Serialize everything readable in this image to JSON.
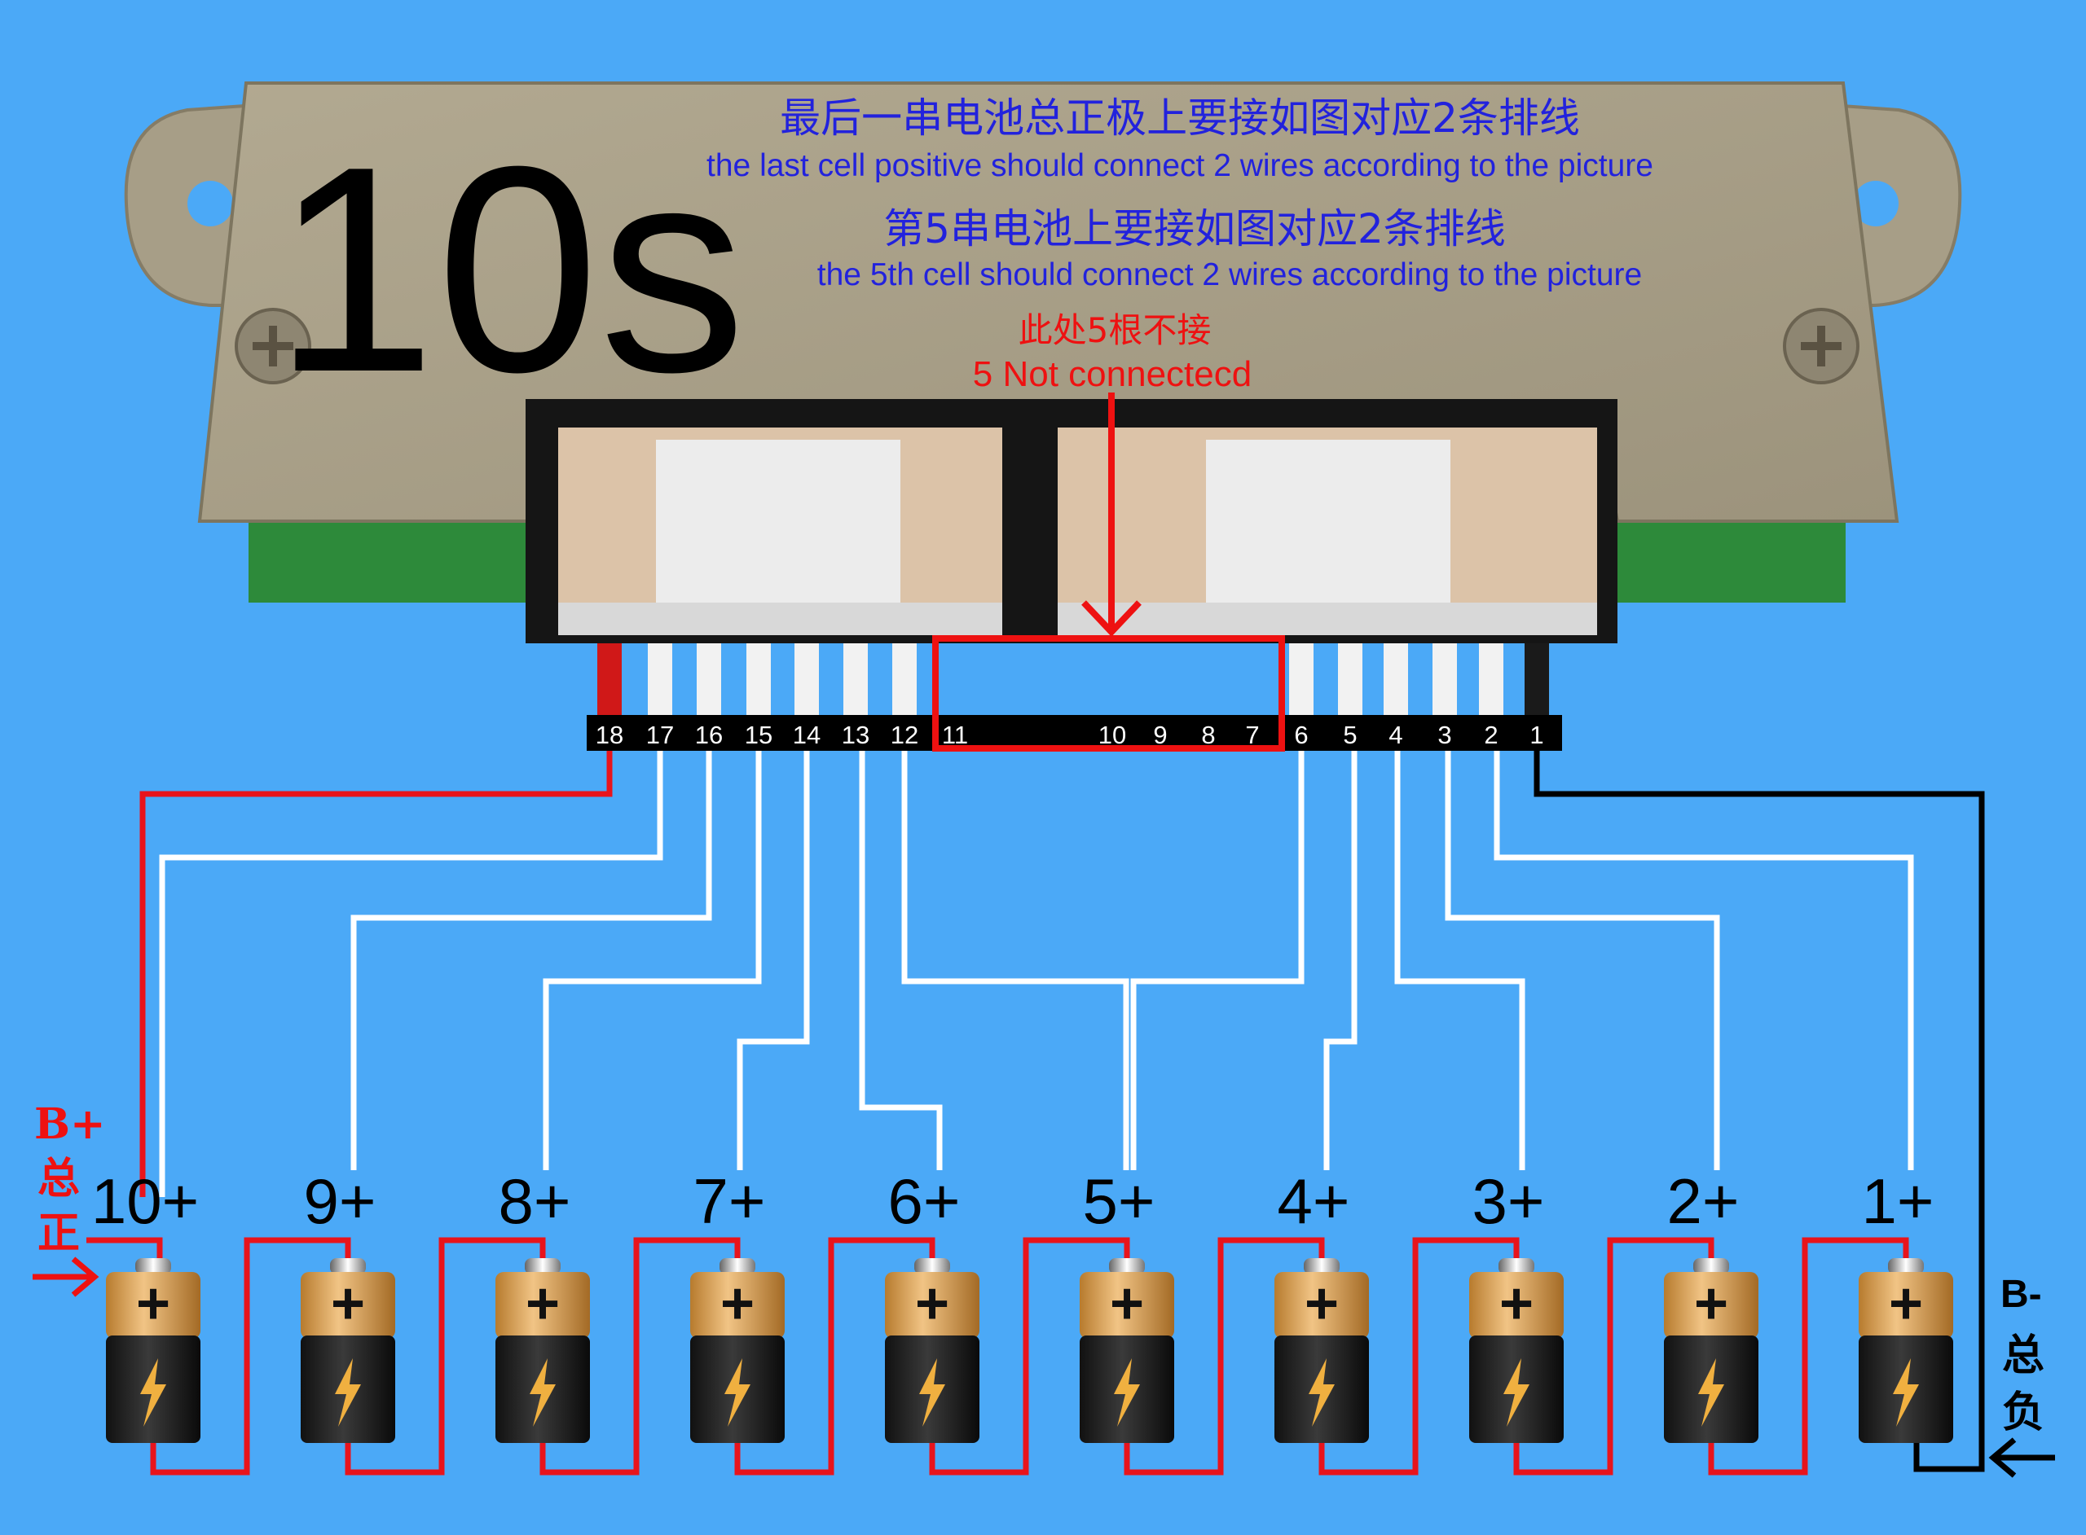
{
  "title": "10s",
  "notes": {
    "line1_cn": "最后一串电池总正极上要接如图对应2条排线",
    "line1_en": "the last cell positive should connect 2 wires according to the picture",
    "line2_cn": "第5串电池上要接如图对应2条排线",
    "line2_en": "the 5th cell should connect 2 wires according to the picture",
    "warning_cn": "此处5根不接",
    "warning_en": "5 Not connectecd"
  },
  "pins": [
    "18",
    "17",
    "16",
    "15",
    "14",
    "13",
    "12",
    "11",
    "10",
    "9",
    "8",
    "7",
    "6",
    "5",
    "4",
    "3",
    "2",
    "1"
  ],
  "cells": [
    "10+",
    "9+",
    "8+",
    "7+",
    "6+",
    "5+",
    "4+",
    "3+",
    "2+",
    "1+"
  ],
  "battery_plus": "+",
  "b_plus": {
    "label": "B+",
    "cn1": "总",
    "cn2": "正"
  },
  "b_minus": {
    "label": "B-",
    "cn1": "总",
    "cn2": "负"
  },
  "colors": {
    "background": "#4ba9f7",
    "note": "#2222dd",
    "warning": "#ee1111",
    "wire_red": "#e8141c",
    "wire_white": "#ffffff",
    "wire_black": "#000000"
  }
}
